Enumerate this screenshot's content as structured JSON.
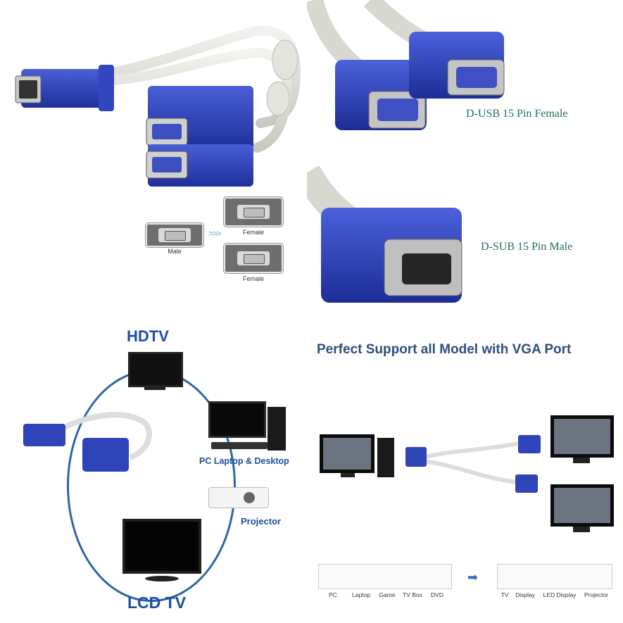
{
  "panel_top_left": {
    "male_label": "Male",
    "female_label_top": "Female",
    "female_label_bottom": "Female",
    "arrow_glyph": ">>>"
  },
  "panel_top_right": {
    "female_caption": "D-USB 15 Pin Female",
    "male_caption": "D-SUB 15 Pin Male"
  },
  "panel_bottom_left": {
    "hdtv_label": "HDTV",
    "pc_label": "PC Laptop & Desktop",
    "projector_label": "Projector",
    "lcd_label": "LCD TV"
  },
  "panel_bottom_right": {
    "headline": "Perfect Support all Model with VGA Port",
    "sources": [
      "PC",
      "Laptop",
      "Game",
      "TV Box",
      "DVD"
    ],
    "targets": [
      "TV",
      "Display",
      "LED Display",
      "Projector"
    ]
  },
  "colors": {
    "vga_blue": "#2b3fb5",
    "cable_grey": "#dcdcd4",
    "caption_teal": "#1f6f62",
    "arc_blue": "#2a66a8",
    "header_blue": "#1c4fa0"
  }
}
